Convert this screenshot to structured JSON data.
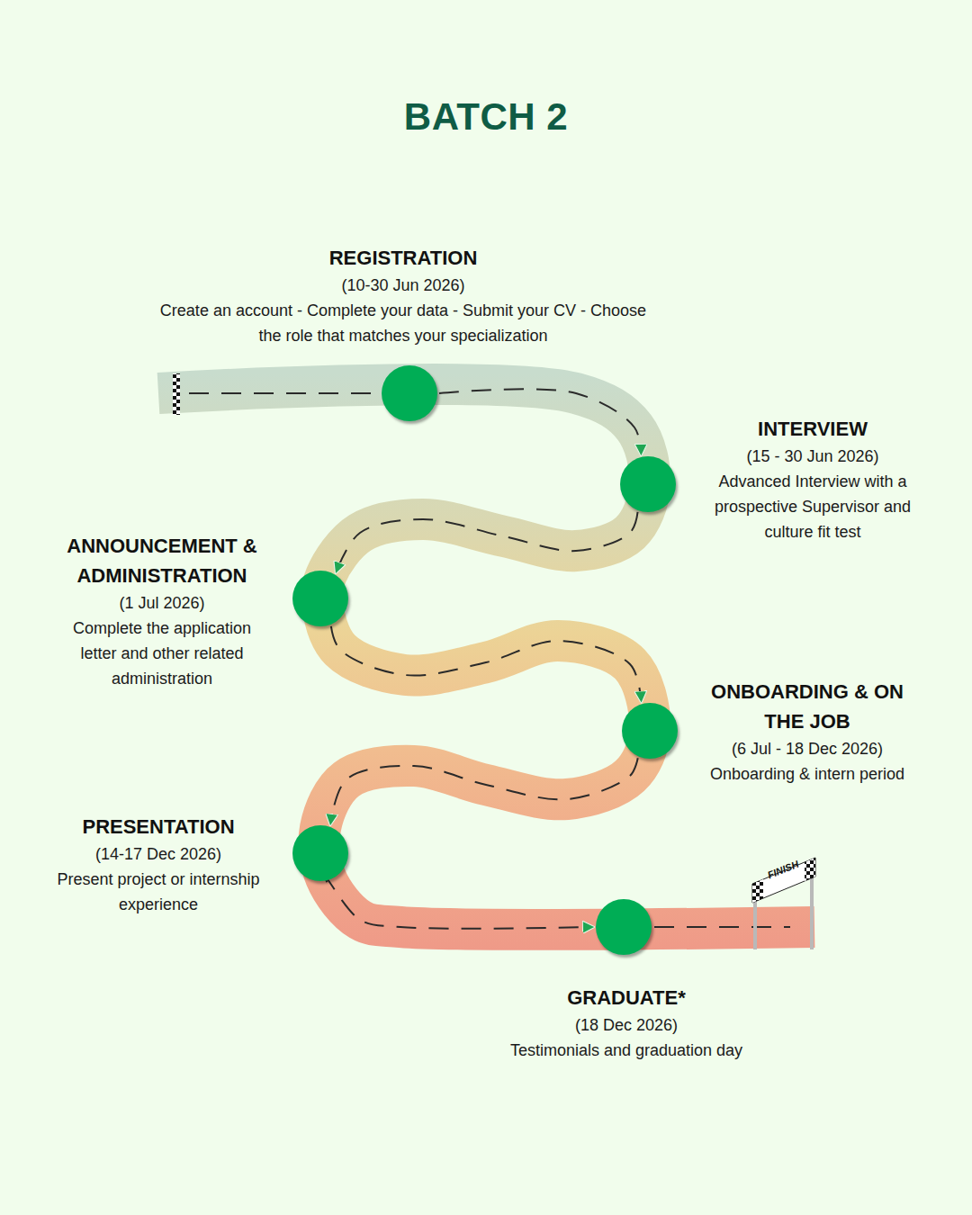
{
  "diagram": {
    "title": "BATCH 2",
    "nodes": [
      {
        "text": [
          "REGISTRATION",
          "(10-30 Jun 2026)",
          "Create an account - Complete your data - Submit your CV - Choose the role that matches your specialization"
        ]
      },
      {
        "text": [
          "INTERVIEW",
          "(15 - 30 Jun 2026)",
          "Advanced Interview with a prospective Supervisor and culture fit test"
        ]
      },
      {
        "text": [
          "ANNOUNCEMENT & ADMINISTRATION",
          "(1 Jul 2026)",
          "Complete the application letter and other related administration"
        ]
      },
      {
        "text": [
          "ONBOARDING & ON THE JOB",
          "(6 Jul - 18 Dec 2026)",
          "Onboarding & intern period"
        ]
      },
      {
        "text": [
          "PRESENTATION",
          "(14-17 Dec 2026)",
          "Present project or internship experience"
        ]
      },
      {
        "text": [
          "GRADUATE*",
          "(18 Dec 2026)",
          "Testimonials and graduation day"
        ]
      }
    ],
    "edges": [
      {
        "from": 0,
        "to": 1,
        "arrow": "to"
      },
      {
        "from": 1,
        "to": 2,
        "arrow": "to"
      },
      {
        "from": 2,
        "to": 3,
        "arrow": "to"
      },
      {
        "from": 3,
        "to": 4,
        "arrow": "to"
      },
      {
        "from": 4,
        "to": 5,
        "arrow": "to"
      }
    ],
    "labels": [
      "FINISH"
    ]
  }
}
